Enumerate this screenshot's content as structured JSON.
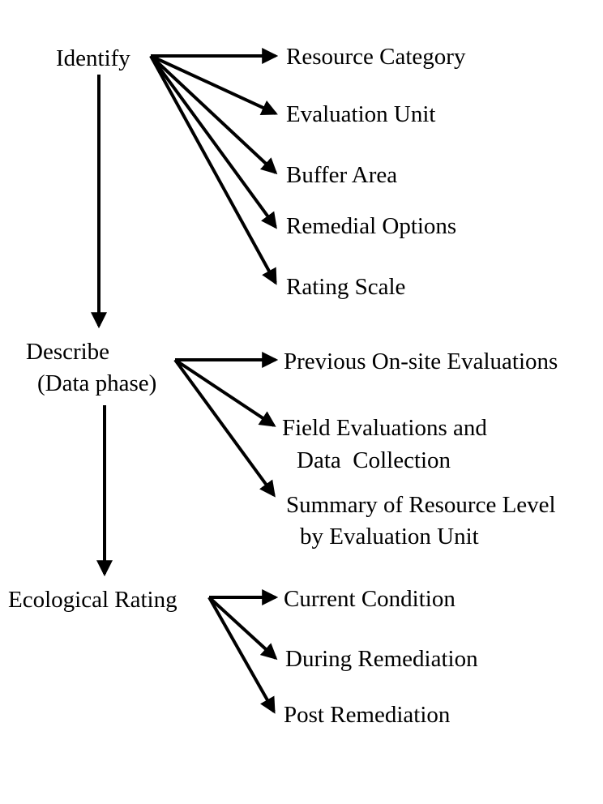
{
  "stages": {
    "identify": {
      "label": "Identify",
      "outputs": [
        "Resource Category",
        "Evaluation Unit",
        "Buffer Area",
        "Remedial Options",
        "Rating Scale"
      ]
    },
    "describe": {
      "label_line1": "Describe",
      "label_line2": "(Data phase)",
      "outputs": [
        {
          "line1": "Previous On-site Evaluations",
          "line2": ""
        },
        {
          "line1": "Field Evaluations and",
          "line2": "Data  Collection"
        },
        {
          "line1": "Summary of Resource Level",
          "line2": "by Evaluation Unit"
        }
      ]
    },
    "rating": {
      "label": "Ecological Rating",
      "outputs": [
        "Current Condition",
        "During Remediation",
        "Post Remediation"
      ]
    }
  }
}
